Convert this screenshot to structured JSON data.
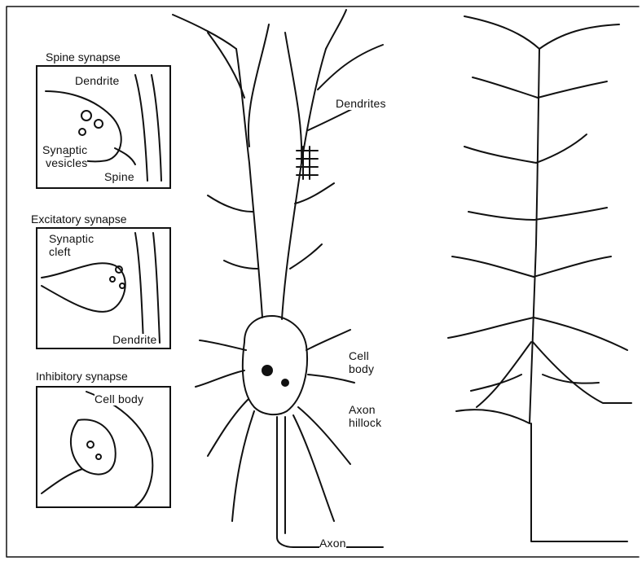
{
  "insets": {
    "spine": {
      "title": "Spine synapse",
      "labels": {
        "dendrite": "Dendrite",
        "synaptic_vesicles_1": "Synaptic",
        "synaptic_vesicles_2": "vesicles",
        "spine": "Spine"
      }
    },
    "excitatory": {
      "title": "Excitatory synapse",
      "labels": {
        "cleft_1": "Synaptic",
        "cleft_2": "cleft",
        "dendrite": "Dendrite"
      }
    },
    "inhibitory": {
      "title": "Inhibitory synapse",
      "labels": {
        "cell_body": "Cell body"
      }
    }
  },
  "neuron": {
    "labels": {
      "dendrites": "Dendrites",
      "cell_body_1": "Cell",
      "cell_body_2": "body",
      "axon_hillock_1": "Axon",
      "axon_hillock_2": "hillock",
      "axon": "Axon"
    }
  },
  "colors": {
    "ink": "#111111",
    "background": "#ffffff"
  }
}
